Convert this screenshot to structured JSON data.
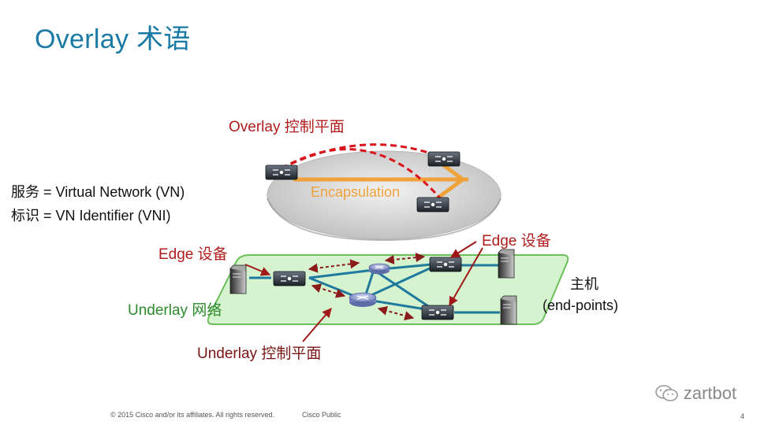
{
  "title": "Overlay 术语",
  "labels": {
    "overlay_cp": "Overlay 控制平面",
    "encapsulation": "Encapsulation",
    "vn_service": "服务 = Virtual Network (VN)",
    "vn_id": "标识 = VN Identifier (VNI)",
    "edge_left": "Edge 设备",
    "edge_right": "Edge 设备",
    "host": "主机",
    "endpoints": "(end-points)",
    "underlay_net": "Underlay 网络",
    "underlay_cp": "Underlay 控制平面"
  },
  "footer": {
    "copyright": "© 2015 Cisco and/or its affiliates. All rights reserved.",
    "classification": "Cisco Public",
    "page": "4"
  },
  "watermark": "zartbot",
  "colors": {
    "title": "#1a7aa5",
    "red_label": "#b01c1c",
    "green_label": "#2d8a2d",
    "encapsulation": "#f0a23a",
    "underlay_plane": "#d6f3cf",
    "overlay_plane": "#d9d9d9",
    "link_blue": "#1f7a9e"
  },
  "icons": [
    "switch-icon",
    "router-icon",
    "server-icon",
    "wechat-icon"
  ]
}
